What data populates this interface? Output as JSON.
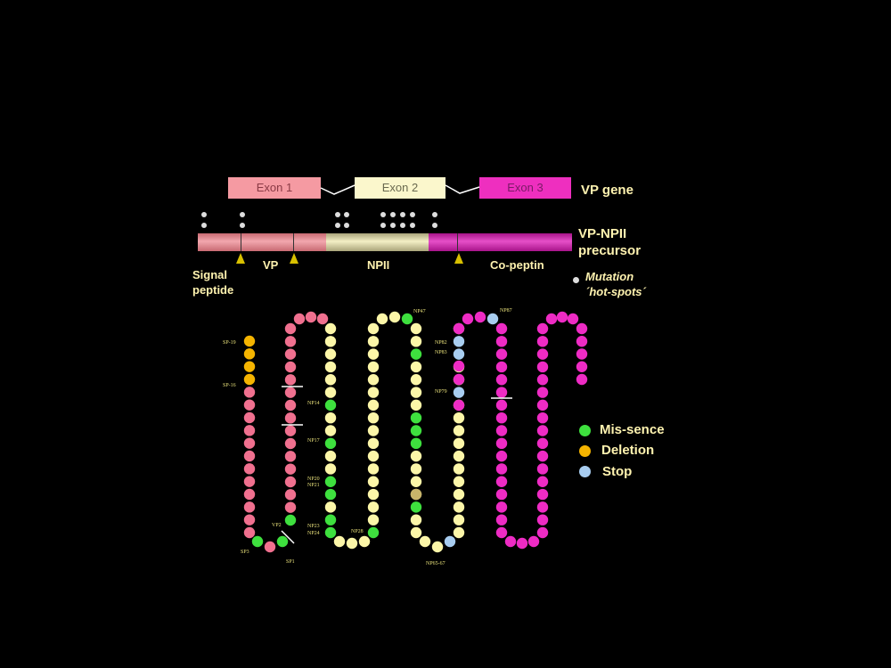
{
  "gene": {
    "exons": [
      "Exon 1",
      "Exon 2",
      "Exon 3"
    ],
    "label": "VP gene"
  },
  "precursor": {
    "label_line1": "VP-NPII",
    "label_line2": "precursor",
    "domains": {
      "signal_line1": "Signal",
      "signal_line2": "peptide",
      "vp": "VP",
      "npii": "NPII",
      "copeptin": "Co-peptin"
    }
  },
  "mutation_legend": {
    "line1": "Mutation",
    "line2": "´hot-spots´"
  },
  "legend": [
    {
      "label": "Mis-sence",
      "color": "#3ee03e"
    },
    {
      "label": "Deletion",
      "color": "#f5b400"
    },
    {
      "label": "Stop",
      "color": "#a8cdf0"
    }
  ],
  "colors": {
    "signal_vp": "#f0708f",
    "npii": "#fcf6a8",
    "copeptin": "#ee2bc4",
    "missense": "#3ee03e",
    "deletion": "#f5b400",
    "stop": "#a8cdf0"
  },
  "site_labels": [
    "SP-19",
    "SP-16",
    "SP3",
    "SP1",
    "VP2",
    "NP14",
    "NP17",
    "NP20",
    "NP21",
    "NP23",
    "NP24",
    "NP28",
    "NP47",
    "NP65-67",
    "NP79",
    "NP82",
    "NP83",
    "NP87"
  ]
}
